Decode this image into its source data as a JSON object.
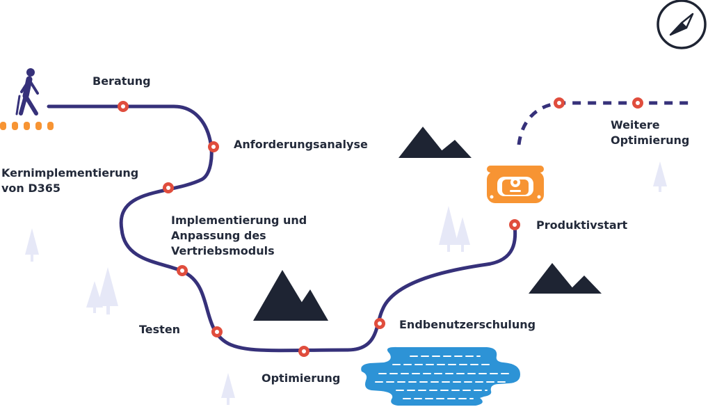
{
  "colors": {
    "path": "#36317a",
    "waypoint": "#e04d3d",
    "accent": "#f79433",
    "mountain": "#1e2433",
    "tree": "#e6e8f7",
    "water": "#2d93d6",
    "text": "#232a3a"
  },
  "icons": {
    "start": "walking-person-icon",
    "compass": "compass-icon",
    "milestone": "treasure-chest-icon"
  },
  "milestones": [
    {
      "label": "Beratung"
    },
    {
      "label": "Anforderungsanalyse"
    },
    {
      "label": "Kernimplementierung\nvon D365"
    },
    {
      "label": "Implementierung und\nAnpassung des\nVertriebsmoduls"
    },
    {
      "label": "Testen"
    },
    {
      "label": "Optimierung"
    },
    {
      "label": "Endbenutzerschulung"
    },
    {
      "label": "Produktivstart"
    },
    {
      "label": "Weitere\nOptimierung"
    }
  ]
}
